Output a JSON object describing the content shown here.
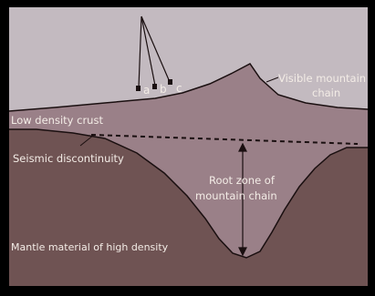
{
  "diagram": {
    "labels": {
      "a": "a",
      "b": "b",
      "c": "c",
      "visible_mountain_line1": "Visible mountain",
      "visible_mountain_line2": "chain",
      "low_density_crust": "Low density crust",
      "seismic_discontinuity": "Seismic discontinuity",
      "root_zone_line1": "Root zone of",
      "root_zone_line2": "mountain chain",
      "mantle": "Mantle material of high density"
    },
    "colors": {
      "sky": "#c3bac0",
      "crust": "#9a8088",
      "mantle": "#6f5353",
      "lines": "#1a0f10",
      "text": "#f3ece6"
    }
  }
}
